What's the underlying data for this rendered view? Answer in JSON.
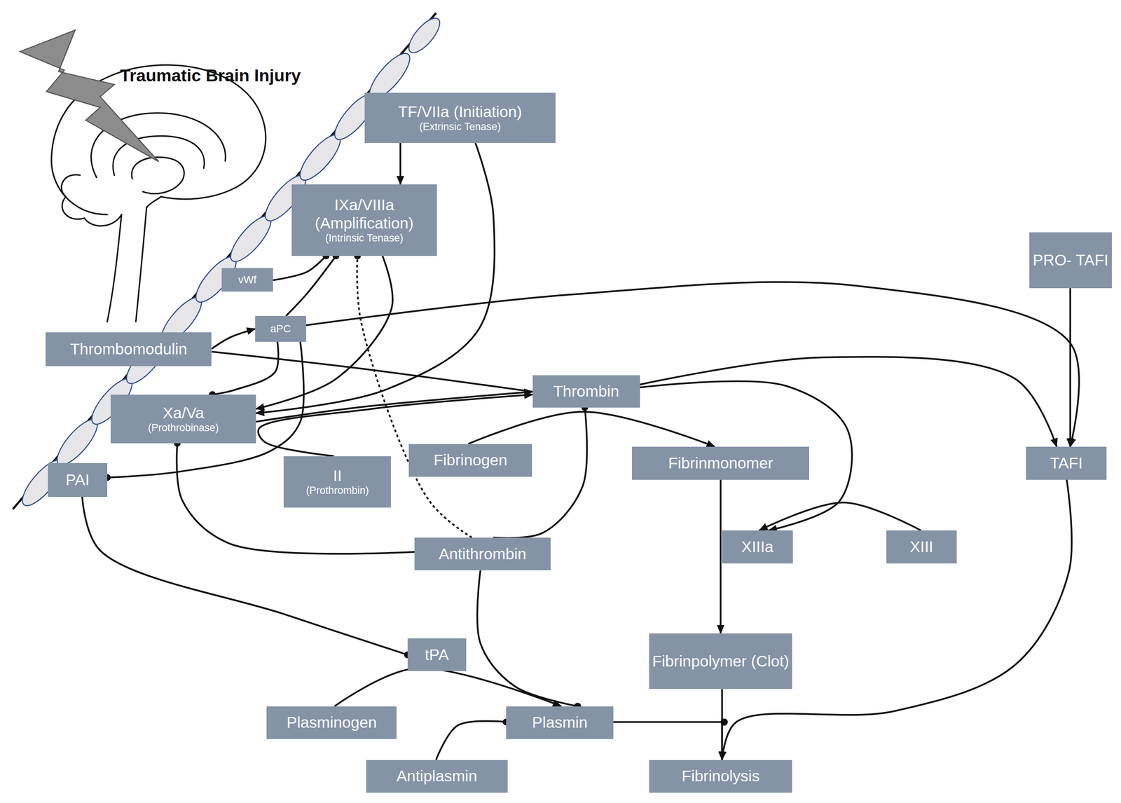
{
  "diagram": {
    "nodes": [
      {
        "text": [
          "TF/VIIa (Initiation)",
          "(Extrinsic Tenase)"
        ]
      },
      {
        "text": [
          "IXa/VIIIa (Amplification)",
          "(Intrinsic Tenase)"
        ]
      },
      {
        "text": [
          "vWf"
        ]
      },
      {
        "text": [
          "aPC"
        ]
      },
      {
        "text": [
          "Thrombomodulin"
        ]
      },
      {
        "text": [
          "Xa/Va",
          "(Prothrobinase)"
        ]
      },
      {
        "text": [
          "PRO- TAFI"
        ]
      },
      {
        "text": [
          "Thrombin"
        ]
      },
      {
        "text": [
          "II",
          "(Prothrombin)"
        ]
      },
      {
        "text": [
          "PAI"
        ]
      },
      {
        "text": [
          "Fibrinogen"
        ]
      },
      {
        "text": [
          "Fibrinmonomer"
        ]
      },
      {
        "text": [
          "TAFI"
        ]
      },
      {
        "text": [
          "Antithrombin"
        ]
      },
      {
        "text": [
          "XIIIa"
        ]
      },
      {
        "text": [
          "XIII"
        ]
      },
      {
        "text": [
          "tPA"
        ]
      },
      {
        "text": [
          "Fibrinpolymer (Clot)"
        ]
      },
      {
        "text": [
          "Plasminogen"
        ]
      },
      {
        "text": [
          "Plasmin"
        ]
      },
      {
        "text": [
          "Antiplasmin"
        ]
      },
      {
        "text": [
          "Fibrinolysis"
        ]
      }
    ],
    "edges": [
      {
        "from": 0,
        "to": 1,
        "arrow": "to"
      },
      {
        "from": 0,
        "to": 5,
        "arrow": "to"
      },
      {
        "from": 1,
        "to": 5,
        "arrow": "to"
      },
      {
        "from": 2,
        "to": 1,
        "arrow": "to"
      },
      {
        "from": 3,
        "to": 1,
        "arrow": "to"
      },
      {
        "from": 4,
        "to": 3,
        "arrow": "to"
      },
      {
        "from": 4,
        "to": 7,
        "arrow": "none"
      },
      {
        "from": 3,
        "to": 5,
        "arrow": "to"
      },
      {
        "from": 3,
        "to": 9,
        "arrow": "to"
      },
      {
        "from": 3,
        "to": 12,
        "arrow": "to"
      },
      {
        "from": 6,
        "to": 12,
        "arrow": "to"
      },
      {
        "from": 5,
        "to": 7,
        "arrow": "to"
      },
      {
        "from": 8,
        "to": 7,
        "arrow": "to"
      },
      {
        "from": 7,
        "to": 12,
        "arrow": "to"
      },
      {
        "from": 7,
        "to": 14,
        "arrow": "to"
      },
      {
        "from": 15,
        "to": 14,
        "arrow": "to"
      },
      {
        "from": 10,
        "to": 11,
        "arrow": "to"
      },
      {
        "from": 13,
        "to": 7,
        "arrow": "to"
      },
      {
        "from": 13,
        "to": 5,
        "arrow": "to"
      },
      {
        "from": 13,
        "to": 1,
        "arrow": "to"
      },
      {
        "from": 13,
        "to": 19,
        "arrow": "to"
      },
      {
        "from": 11,
        "to": 17,
        "arrow": "to"
      },
      {
        "from": 9,
        "to": 16,
        "arrow": "to"
      },
      {
        "from": 18,
        "to": 19,
        "arrow": "to"
      },
      {
        "from": 20,
        "to": 19,
        "arrow": "to"
      },
      {
        "from": 19,
        "to": 21,
        "arrow": "to"
      },
      {
        "from": 17,
        "to": 21,
        "arrow": "to"
      },
      {
        "from": 12,
        "to": 21,
        "arrow": "to"
      }
    ],
    "labels": [
      "Traumatic Brain Injury"
    ]
  }
}
